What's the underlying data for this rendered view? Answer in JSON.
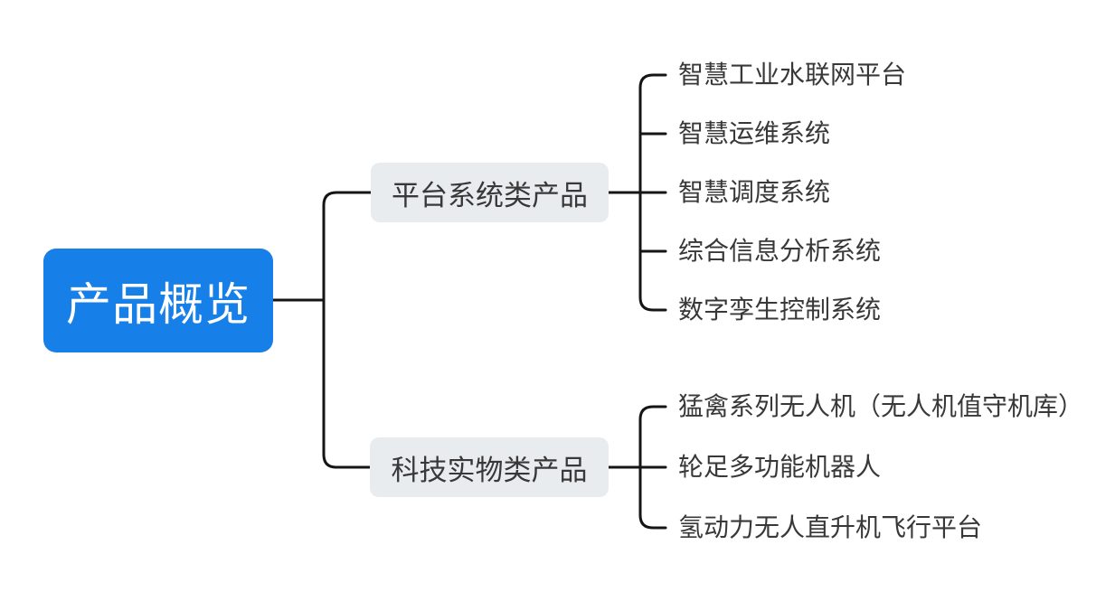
{
  "mindmap": {
    "root": {
      "label": "产品概览"
    },
    "branches": [
      {
        "label": "平台系统类产品",
        "children": [
          "智慧工业水联网平台",
          "智慧运维系统",
          "智慧调度系统",
          "综合信息分析系统",
          "数字孪生控制系统"
        ]
      },
      {
        "label": "科技实物类产品",
        "children": [
          "猛禽系列无人机（无人机值守机库）",
          "轮足多功能机器人",
          "氢动力无人直升机飞行平台"
        ]
      }
    ],
    "colors": {
      "root_bg": "#1780e8",
      "root_text": "#ffffff",
      "branch_bg": "#e9ecef",
      "branch_text": "#383838",
      "leaf_text": "#383838",
      "connector": "#151515",
      "canvas_bg": "#ffffff"
    }
  }
}
